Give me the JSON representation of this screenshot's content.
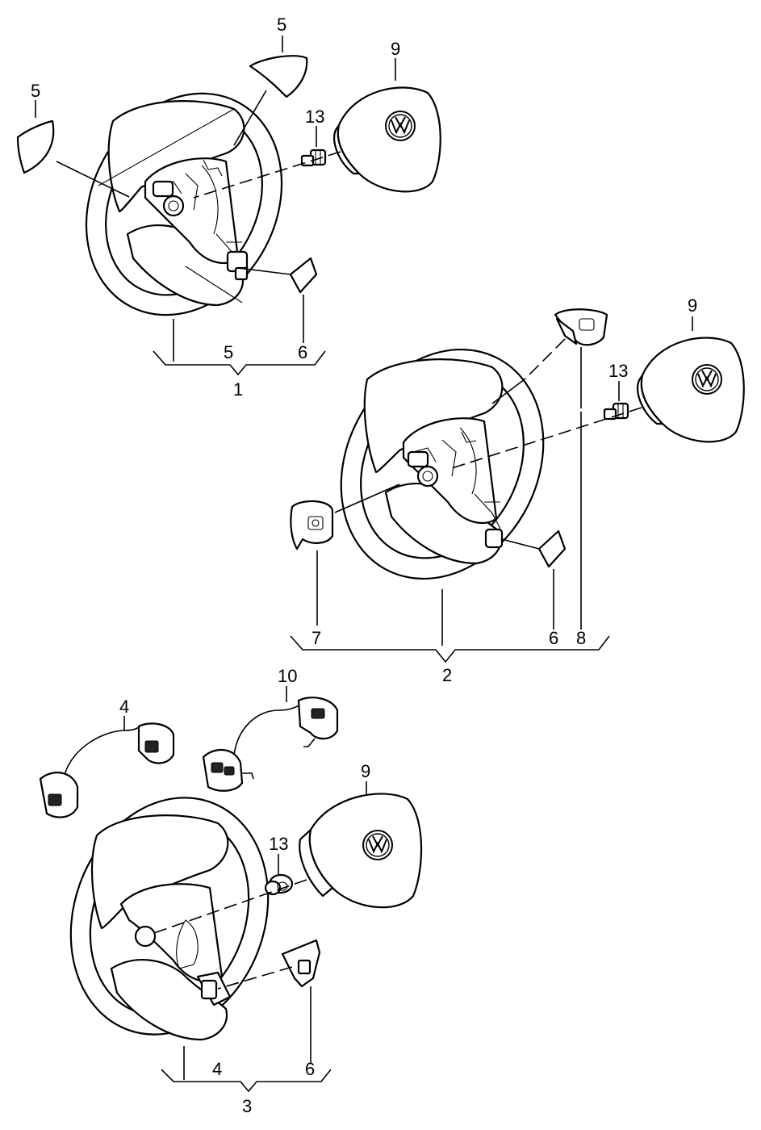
{
  "callouts": {
    "a_5_top": "5",
    "a_5_left": "5",
    "a_9": "9",
    "a_13": "13",
    "a_5_bracket": "5",
    "a_6_bracket": "6",
    "a_1": "1",
    "b_9": "9",
    "b_13": "13",
    "b_7": "7",
    "b_6": "6",
    "b_8": "8",
    "b_2": "2",
    "c_10": "10",
    "c_4_top": "4",
    "c_9": "9",
    "c_13": "13",
    "c_4_bracket": "4",
    "c_6_bracket": "6",
    "c_3": "3"
  },
  "icons": {
    "airbag_emblem": "vw-logo-icon"
  }
}
